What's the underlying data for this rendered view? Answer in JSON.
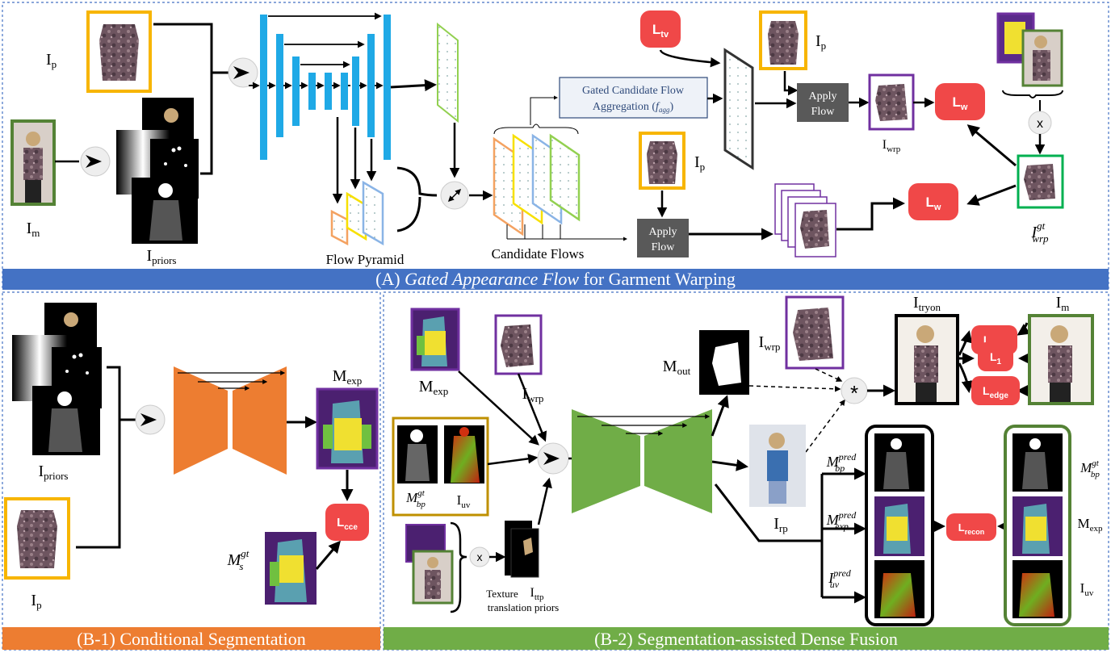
{
  "panel_a": {
    "title_prefix": "(A) ",
    "title_italic": "Gated Appearance Flow",
    "title_suffix": " for Garment Warping",
    "colors": {
      "band": "#4472c4",
      "unet": "#1fa9e6"
    },
    "labels": {
      "ip": "I",
      "ip_sub": "p",
      "im": "I",
      "im_sub": "m",
      "ipriors": "I",
      "ipriors_sub": "priors",
      "flow_pyramid": "Flow Pyramid",
      "candidate_flows": "Candidate Flows",
      "gated_line1": "Gated Candidate Flow",
      "gated_line2": "Aggregation (",
      "gated_fagg": "f",
      "gated_fagg_sub": "agg",
      "gated_close": ")",
      "apply_flow_1": "Apply",
      "apply_flow_2": "Flow",
      "iwrp": "I",
      "iwrp_sub": "wrp",
      "iwrp_gt": "I",
      "iwrp_gt_sup": "gt",
      "iwrp_gt_sub": "wrp",
      "ltv": "L",
      "ltv_sub": "tv",
      "lw": "L",
      "lw_sub": "w",
      "mult": "x"
    }
  },
  "panel_b1": {
    "title": "(B-1) Conditional Segmentation",
    "colors": {
      "band": "#ed7d31",
      "net": "#ed7d31"
    },
    "labels": {
      "ipriors": "I",
      "ipriors_sub": "priors",
      "ip": "I",
      "ip_sub": "p",
      "mexp": "M",
      "mexp_sub": "exp",
      "ms_gt": "M",
      "ms_gt_sup": "gt",
      "ms_gt_sub": "s",
      "lcce": "L",
      "lcce_sub": "cce"
    }
  },
  "panel_b2": {
    "title": "(B-2) Segmentation-assisted Dense Fusion",
    "colors": {
      "band": "#70ad47",
      "net": "#70ad47"
    },
    "labels": {
      "mexp": "M",
      "mexp_sub": "exp",
      "iwrp": "I",
      "iwrp_sub": "wrp",
      "mbp_gt": "M",
      "mbp_gt_sup": "gt",
      "mbp_gt_sub": "bp",
      "iuv": "I",
      "iuv_sub": "uv",
      "ittp": "I",
      "ittp_sub": "ttp",
      "texture_1": "Texture",
      "texture_2": "translation priors",
      "mout": "M",
      "mout_sub": "out",
      "iwrp2": "I",
      "iwrp2_sub": "wrp",
      "itryon": "I",
      "itryon_sub": "tryon",
      "im": "I",
      "im_sub": "m",
      "irp": "I",
      "irp_sub": "rp",
      "mbp_pred": "M",
      "mbp_pred_sup": "pred",
      "mbp_pred_sub": "bp",
      "mexp_pred": "M",
      "mexp_pred_sup": "pred",
      "mexp_pred_sub": "exp",
      "iuv_pred": "I",
      "iuv_pred_sup": "pred",
      "iuv_pred_sub": "uv",
      "mbp_gt_r": "M",
      "mbp_gt_r_sup": "gt",
      "mbp_gt_r_sub": "bp",
      "mexp_r": "M",
      "mexp_r_sub": "exp",
      "iuv_r": "I",
      "iuv_r_sub": "uv",
      "lvgg": "L",
      "lvgg_sub": "vgg",
      "l1": "L",
      "l1_sub": "1",
      "ledge": "L",
      "ledge_sub": "edge",
      "lrecon": "L",
      "lrecon_sub": "recon",
      "mult": "x",
      "star": "*"
    }
  },
  "colors": {
    "loss": "#f04848",
    "garment_frame": "#f7b500",
    "model_frame": "#548235",
    "warp_frame": "#7030a0",
    "dashed_border": "#4472c4"
  }
}
